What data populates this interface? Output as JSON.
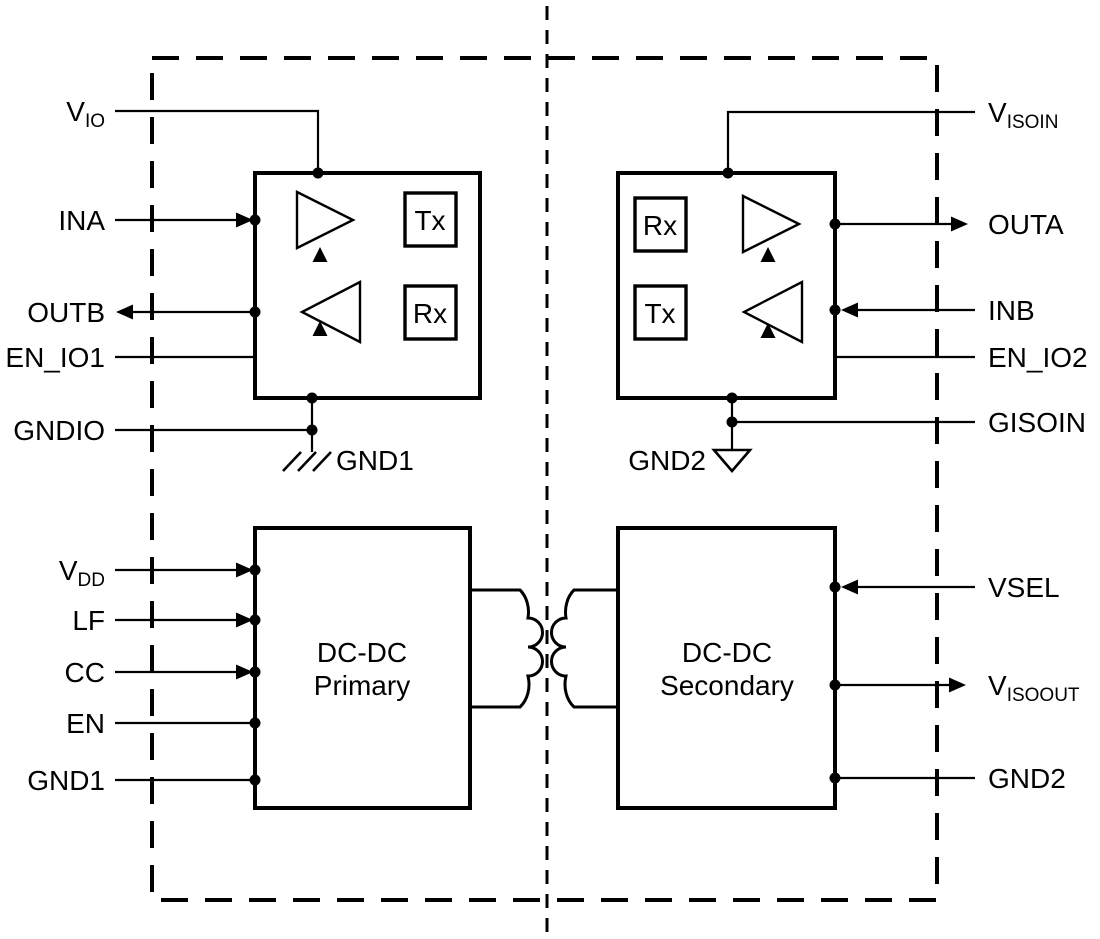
{
  "colors": {
    "ink": "#000000",
    "background": "#ffffff"
  },
  "pins": {
    "vio": {
      "main": "V",
      "sub": "IO"
    },
    "ina": {
      "main": "INA"
    },
    "outb": {
      "main": "OUTB"
    },
    "en_io1": {
      "main": "EN_IO1"
    },
    "gndio": {
      "main": "GNDIO"
    },
    "vdd": {
      "main": "V",
      "sub": "DD"
    },
    "lf": {
      "main": "LF"
    },
    "cc": {
      "main": "CC"
    },
    "en": {
      "main": "EN"
    },
    "gnd1": {
      "main": "GND1"
    },
    "visoin": {
      "main": "V",
      "sub": "ISOIN"
    },
    "outa": {
      "main": "OUTA"
    },
    "inb": {
      "main": "INB"
    },
    "en_io2": {
      "main": "EN_IO2"
    },
    "gisoin": {
      "main": "GISOIN"
    },
    "vsel": {
      "main": "VSEL"
    },
    "visoout": {
      "main": "V",
      "sub": "ISOOUT"
    },
    "gnd2": {
      "main": "GND2"
    }
  },
  "grounds": {
    "gnd1": "GND1",
    "gnd2": "GND2"
  },
  "io_block_left": {
    "tx": "Tx",
    "rx": "Rx"
  },
  "io_block_right": {
    "rx": "Rx",
    "tx": "Tx"
  },
  "dcdc_primary": {
    "line1": "DC-DC",
    "line2": "Primary"
  },
  "dcdc_secondary": {
    "line1": "DC-DC",
    "line2": "Secondary"
  }
}
